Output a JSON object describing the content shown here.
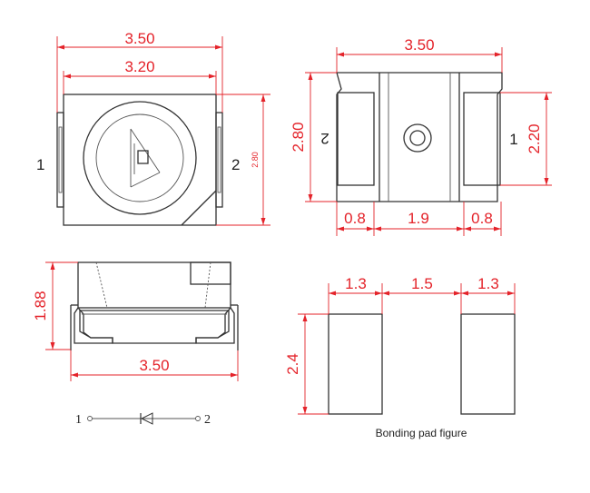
{
  "top_view": {
    "width_outer": "3.50",
    "width_inner": "3.20",
    "height": "2.80",
    "pin_left": "1",
    "pin_right": "2"
  },
  "bottom_view": {
    "width": "3.50",
    "height": "2.80",
    "pad_height": "2.20",
    "pad_width_left": "0.8",
    "center_gap": "1.9",
    "pad_width_right": "0.8",
    "pin_left": "2",
    "pin_right": "1"
  },
  "side_view": {
    "height": "1.88",
    "width": "3.50"
  },
  "bonding_pad": {
    "pad_width_left": "1.3",
    "gap": "1.5",
    "pad_width_right": "1.3",
    "pad_height": "2.4",
    "caption": "Bonding pad figure"
  },
  "schematic": {
    "pin_left": "1",
    "pin_right": "2"
  }
}
